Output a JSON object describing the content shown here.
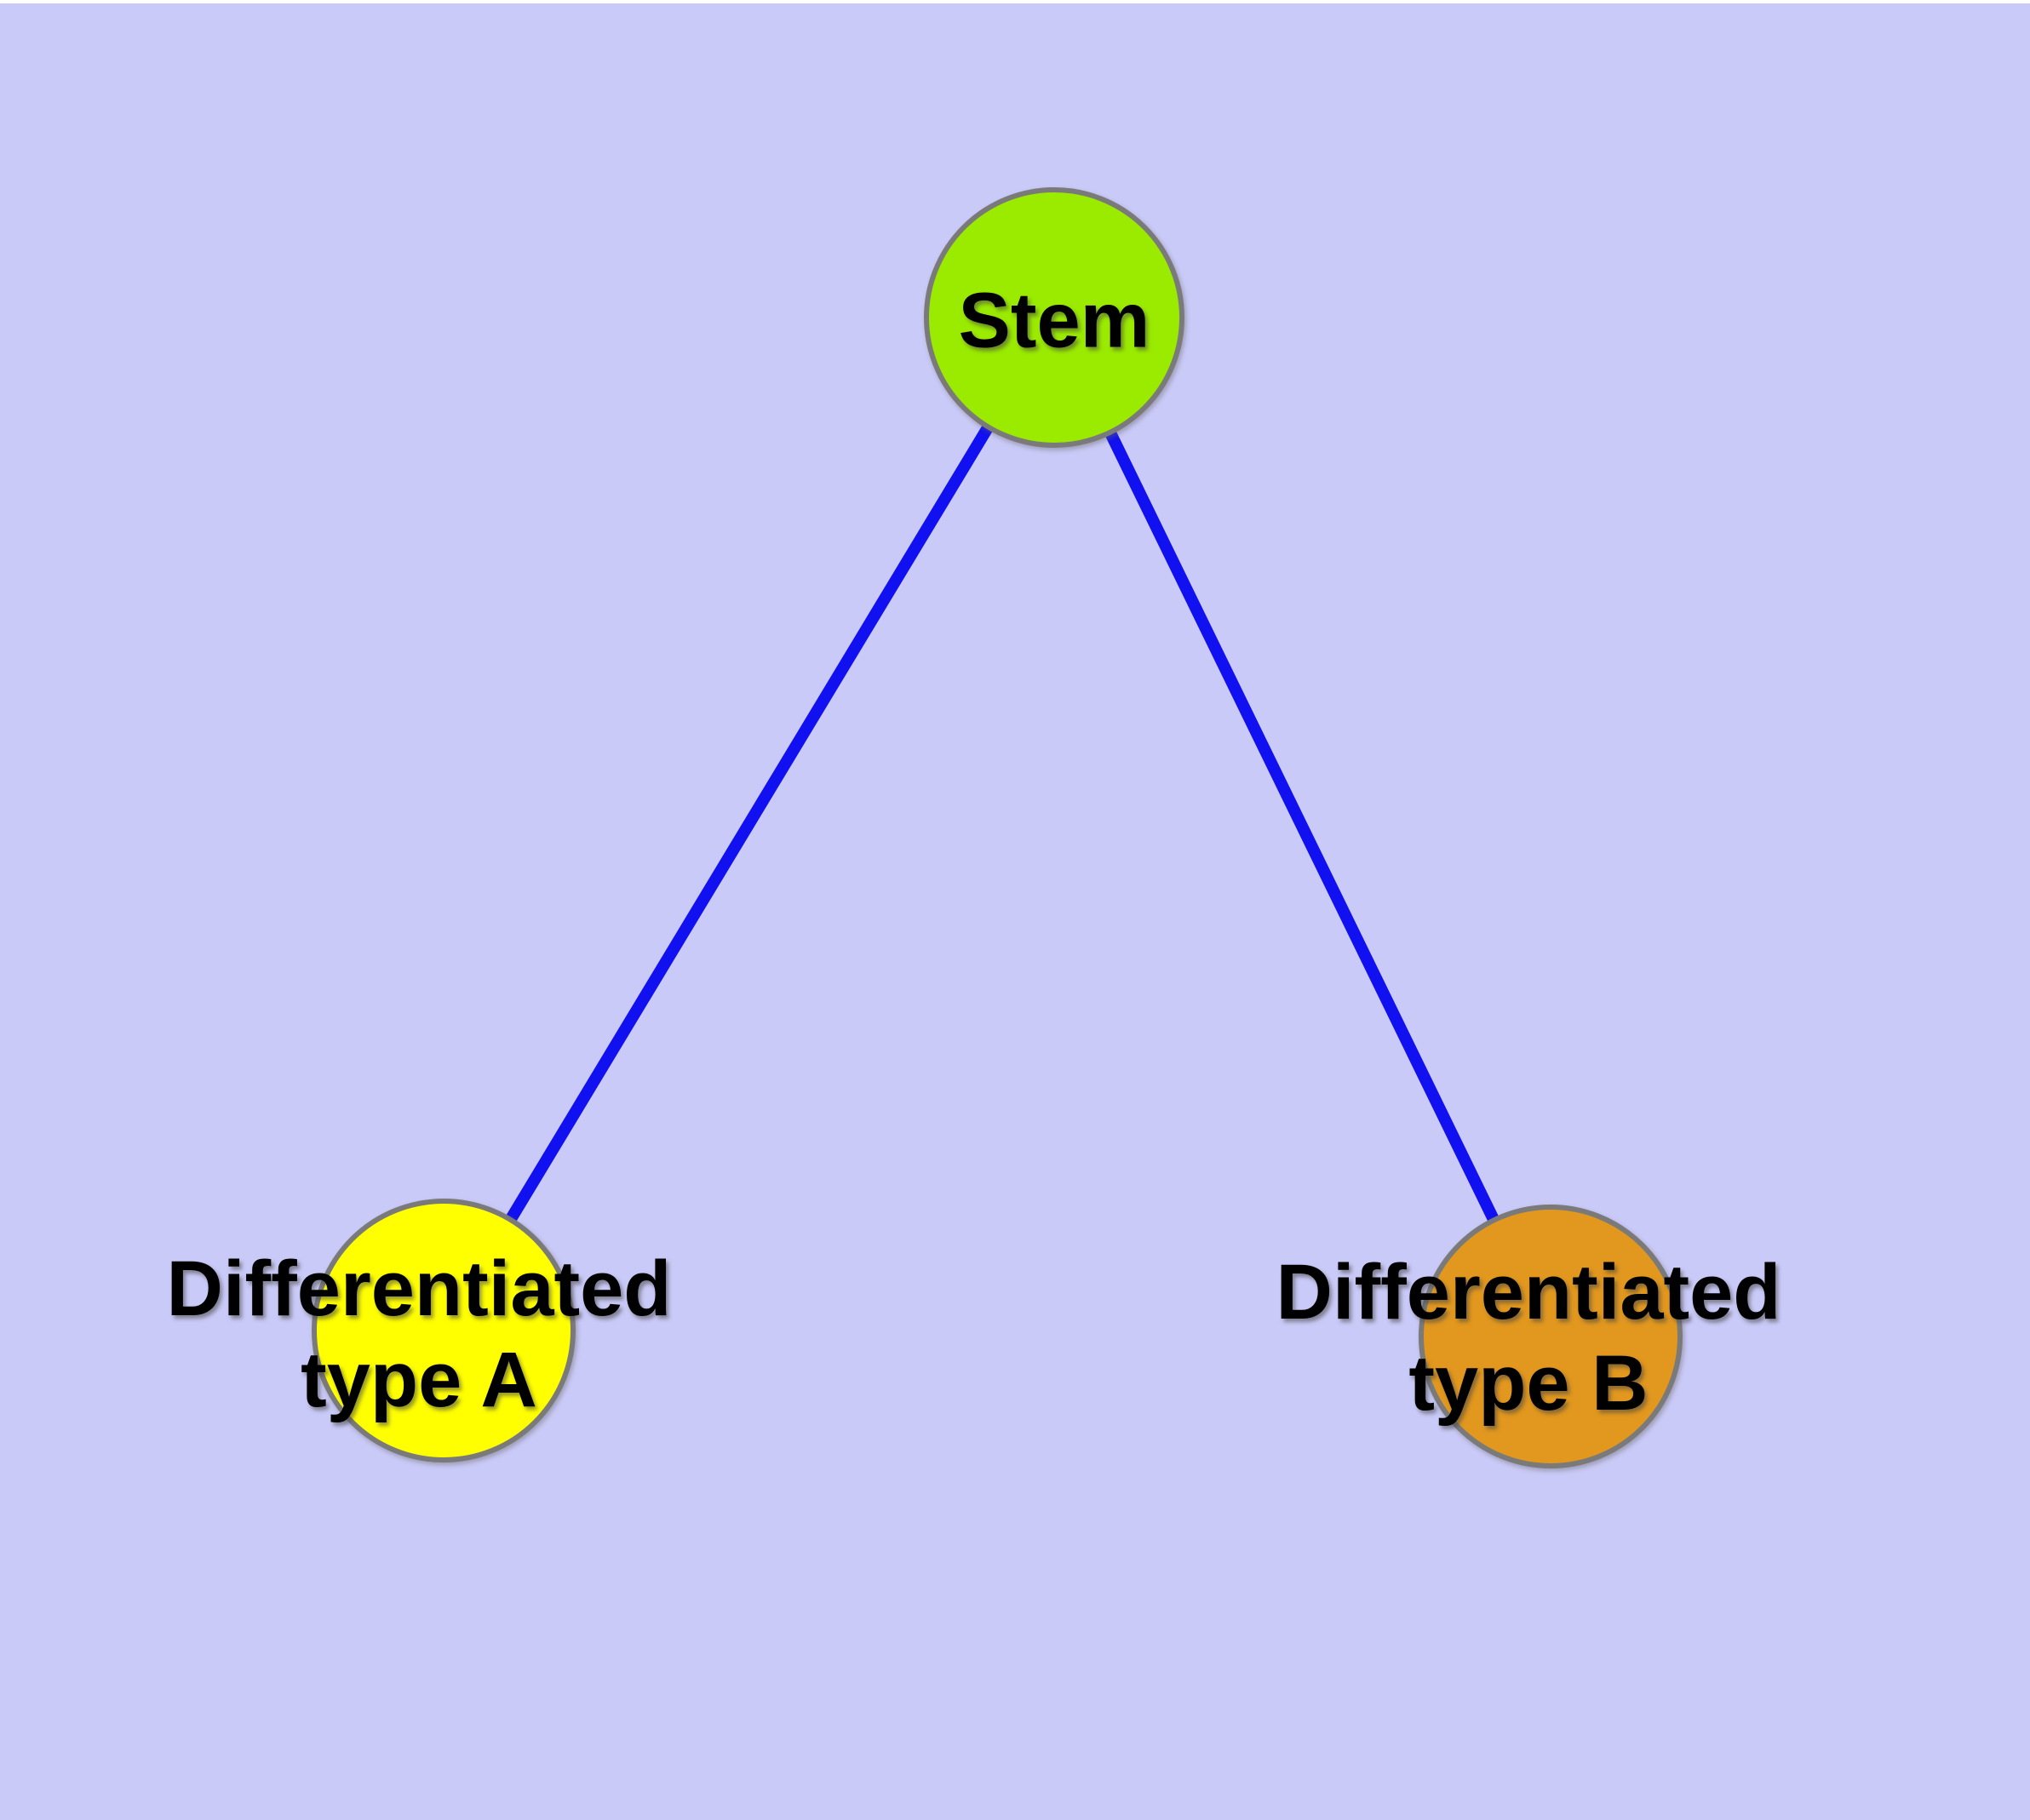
{
  "diagram": {
    "background_color": "#CACAF8",
    "edge_color": "#1010F0",
    "node_border_color": "#7A7A7A",
    "nodes": [
      {
        "id": "stem",
        "line1": "Stem",
        "line2": "",
        "fill": "#9BEB00"
      },
      {
        "id": "type-a",
        "line1": "Differentiated",
        "line2": "type A",
        "fill": "#FFFF00"
      },
      {
        "id": "type-b",
        "line1": "Differentiated",
        "line2": "type B",
        "fill": "#E2981E"
      }
    ],
    "edges": [
      {
        "from": "Stem",
        "to": "Differentiated type A"
      },
      {
        "from": "Stem",
        "to": "Differentiated type B"
      }
    ]
  }
}
